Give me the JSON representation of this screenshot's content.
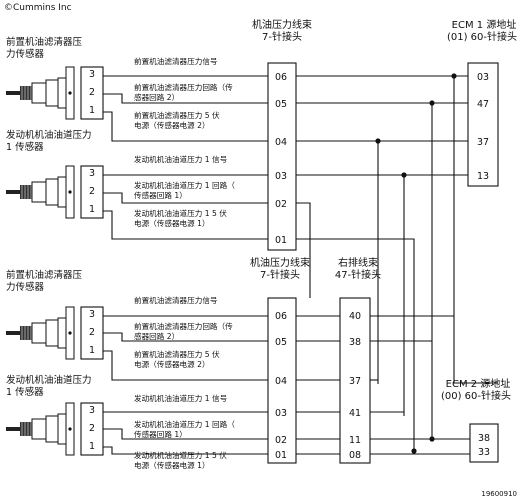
{
  "copyright": "©Cummins Inc",
  "figure_id": "19600910",
  "connectors": {
    "oil_harness_top": {
      "title": "机油压力线束",
      "subtitle": "7-针接头",
      "pins": [
        "06",
        "05",
        "04",
        "03",
        "02",
        "01"
      ]
    },
    "ecm1": {
      "title": "ECM 1 源地址",
      "subtitle": "(01) 60-针接头",
      "pins": [
        "03",
        "47",
        "37",
        "13"
      ]
    },
    "oil_harness_bottom": {
      "title": "机油压力线束",
      "subtitle": "7-针接头",
      "pins": [
        "06",
        "05",
        "04",
        "03",
        "02",
        "01"
      ]
    },
    "right_harness": {
      "title": "右排线束",
      "subtitle": "47-针接头",
      "pins": [
        "40",
        "38",
        "37",
        "41",
        "11",
        "08"
      ]
    },
    "ecm2": {
      "title": "ECM 2 源地址",
      "subtitle": "(00) 60-针接头",
      "pins": [
        "38",
        "33"
      ]
    }
  },
  "sensors": [
    {
      "label1": "前置机油滤清器压",
      "label2": "力传感器",
      "pins": [
        "3",
        "2",
        "1"
      ]
    },
    {
      "label1": "发动机机油油道压力",
      "label2": "1 传感器",
      "pins": [
        "3",
        "2",
        "1"
      ]
    },
    {
      "label1": "前置机油滤清器压",
      "label2": "力传感器",
      "pins": [
        "3",
        "2",
        "1"
      ]
    },
    {
      "label1": "发动机机油油道压力",
      "label2": "1 传感器",
      "pins": [
        "3",
        "2",
        "1"
      ]
    }
  ],
  "wire_labels": [
    {
      "line1": "前置机油滤清器压力信号",
      "line2": ""
    },
    {
      "line1": "前置机油滤清器压力回路（传",
      "line2": "感器回路 2）"
    },
    {
      "line1": "前置机油滤清器压力 5 伏",
      "line2": "电源（传感器电源 2）"
    },
    {
      "line1": "发动机机油油道压力 1 信号",
      "line2": ""
    },
    {
      "line1": "发动机机油油道压力 1 回路（",
      "line2": "传感器回路 1）"
    },
    {
      "line1": "发动机机油油道压力 1 5 伏",
      "line2": "电源（传感器电源 1）"
    },
    {
      "line1": "前置机油滤清器压力信号",
      "line2": ""
    },
    {
      "line1": "前置机油滤清器压力回路（传",
      "line2": "感器回路 2）"
    },
    {
      "line1": "前置机油滤清器压力 5 伏",
      "line2": "电源（传感器电源 2）"
    },
    {
      "line1": "发动机机油油道压力 1 信号",
      "line2": ""
    },
    {
      "line1": "发动机机油油道压力 1 回路（",
      "line2": "传感器回路 1）"
    },
    {
      "line1": "发动机机油油道压力 1 5 伏",
      "line2": "电源（传感器电源 1）"
    }
  ]
}
